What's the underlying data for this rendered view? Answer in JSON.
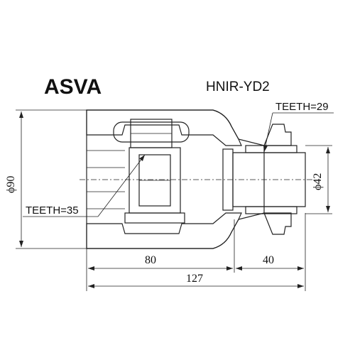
{
  "brand": "ASVA",
  "part_number": "HNIR-YD2",
  "labels": {
    "teeth_outer": "TEETH=29",
    "teeth_inner": "TEETH=35"
  },
  "dimensions": {
    "outer_diameter": "ϕ90",
    "shaft_diameter": "ϕ42",
    "body_length": "80",
    "stem_length": "40",
    "total_length": "127"
  },
  "colors": {
    "line": "#222222",
    "background": "#ffffff"
  }
}
